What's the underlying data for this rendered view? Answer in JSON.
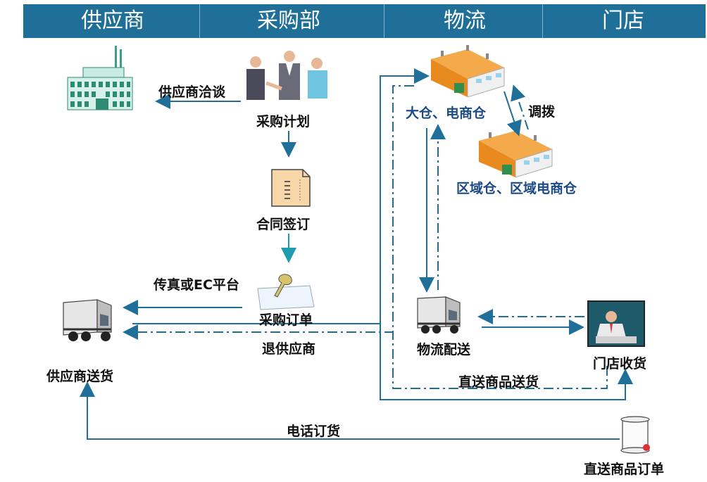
{
  "header": {
    "columns": [
      "供应商",
      "采购部",
      "物流",
      "门店"
    ]
  },
  "nodes": {
    "supplier_negotiation": "供应商洽谈",
    "purchase_plan": "采购计划",
    "contract_signing": "合同签订",
    "fax_ec_platform": "传真或EC平台",
    "purchase_order": "采购订单",
    "return_to_supplier": "退供应商",
    "supplier_delivery": "供应商送货",
    "main_warehouse": "大仓、电商仓",
    "transfer": "调拨",
    "regional_warehouse": "区域仓、区域电商仓",
    "logistics_delivery": "物流配送",
    "store_receiving": "门店收货",
    "direct_goods_delivery": "直送商品送货",
    "phone_order": "电话订货",
    "direct_goods_order": "直送商品订单"
  },
  "colors": {
    "header_bg": "#1f6f99",
    "arrow": "#1f6f99",
    "arrow_teal": "#1f9bb0",
    "label_dark": "#111111",
    "label_blue": "#1c4a85"
  }
}
